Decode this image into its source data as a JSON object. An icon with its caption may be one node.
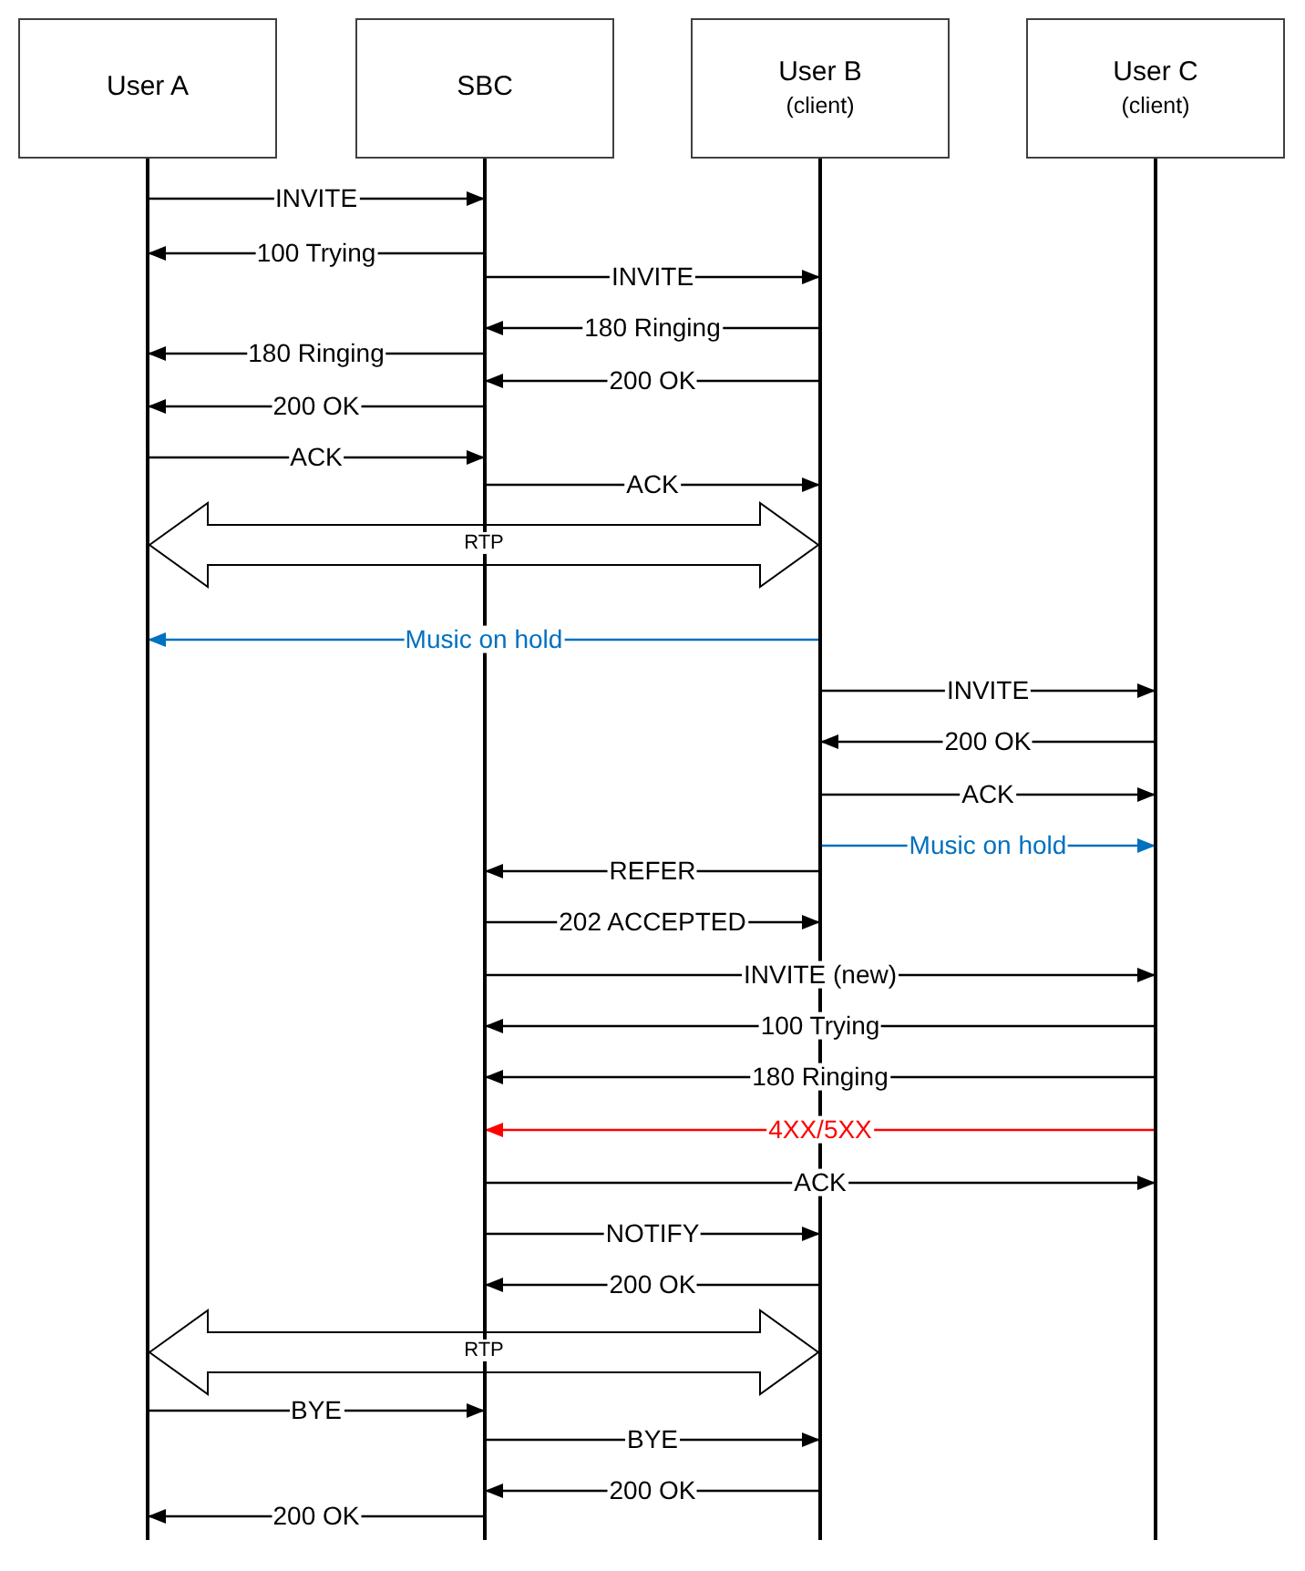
{
  "diagram": {
    "nodes": [
      {
        "text": [
          "User A"
        ]
      },
      {
        "text": [
          "SBC"
        ]
      },
      {
        "text": [
          "User B",
          "(client)"
        ]
      },
      {
        "text": [
          "User C",
          "(client)"
        ]
      },
      {
        "text": [],
        "shape": "bar"
      },
      {
        "text": [],
        "shape": "bar"
      },
      {
        "text": [],
        "shape": "bar"
      },
      {
        "text": [],
        "shape": "bar"
      }
    ],
    "edges": [
      {
        "from": 4,
        "to": 5,
        "arrow": "to",
        "label": "INVITE"
      },
      {
        "from": 5,
        "to": 4,
        "arrow": "to",
        "label": "100 Trying"
      },
      {
        "from": 5,
        "to": 6,
        "arrow": "to",
        "label": "INVITE"
      },
      {
        "from": 6,
        "to": 5,
        "arrow": "to",
        "label": "180 Ringing"
      },
      {
        "from": 5,
        "to": 4,
        "arrow": "to",
        "label": "180 Ringing"
      },
      {
        "from": 6,
        "to": 5,
        "arrow": "to",
        "label": "200 OK"
      },
      {
        "from": 5,
        "to": 4,
        "arrow": "to",
        "label": "200 OK"
      },
      {
        "from": 4,
        "to": 5,
        "arrow": "to",
        "label": "ACK"
      },
      {
        "from": 5,
        "to": 6,
        "arrow": "to",
        "label": "ACK"
      },
      {
        "from": 4,
        "to": 6,
        "arrow": "both",
        "label": "RTP",
        "style": "thick"
      },
      {
        "from": 6,
        "to": 4,
        "arrow": "to",
        "label": "Music on hold",
        "color": "#0070c0"
      },
      {
        "from": 6,
        "to": 7,
        "arrow": "to",
        "label": "INVITE"
      },
      {
        "from": 7,
        "to": 6,
        "arrow": "to",
        "label": "200 OK"
      },
      {
        "from": 6,
        "to": 7,
        "arrow": "to",
        "label": "ACK"
      },
      {
        "from": 6,
        "to": 7,
        "arrow": "to",
        "label": "Music on hold",
        "color": "#0070c0"
      },
      {
        "from": 6,
        "to": 5,
        "arrow": "to",
        "label": "REFER"
      },
      {
        "from": 5,
        "to": 6,
        "arrow": "to",
        "label": "202 ACCEPTED"
      },
      {
        "from": 5,
        "to": 7,
        "arrow": "to",
        "label": "INVITE (new)"
      },
      {
        "from": 7,
        "to": 5,
        "arrow": "to",
        "label": "100 Trying"
      },
      {
        "from": 7,
        "to": 5,
        "arrow": "to",
        "label": "180 Ringing"
      },
      {
        "from": 7,
        "to": 5,
        "arrow": "to",
        "label": "4XX/5XX",
        "color": "#ff0000"
      },
      {
        "from": 5,
        "to": 7,
        "arrow": "to",
        "label": "ACK"
      },
      {
        "from": 5,
        "to": 6,
        "arrow": "to",
        "label": "NOTIFY"
      },
      {
        "from": 6,
        "to": 5,
        "arrow": "to",
        "label": "200 OK"
      },
      {
        "from": 4,
        "to": 6,
        "arrow": "both",
        "label": "RTP",
        "style": "thick"
      },
      {
        "from": 4,
        "to": 5,
        "arrow": "to",
        "label": "BYE"
      },
      {
        "from": 5,
        "to": 6,
        "arrow": "to",
        "label": "BYE"
      },
      {
        "from": 6,
        "to": 5,
        "arrow": "to",
        "label": "200 OK"
      },
      {
        "from": 5,
        "to": 4,
        "arrow": "to",
        "label": "200 OK"
      }
    ]
  }
}
